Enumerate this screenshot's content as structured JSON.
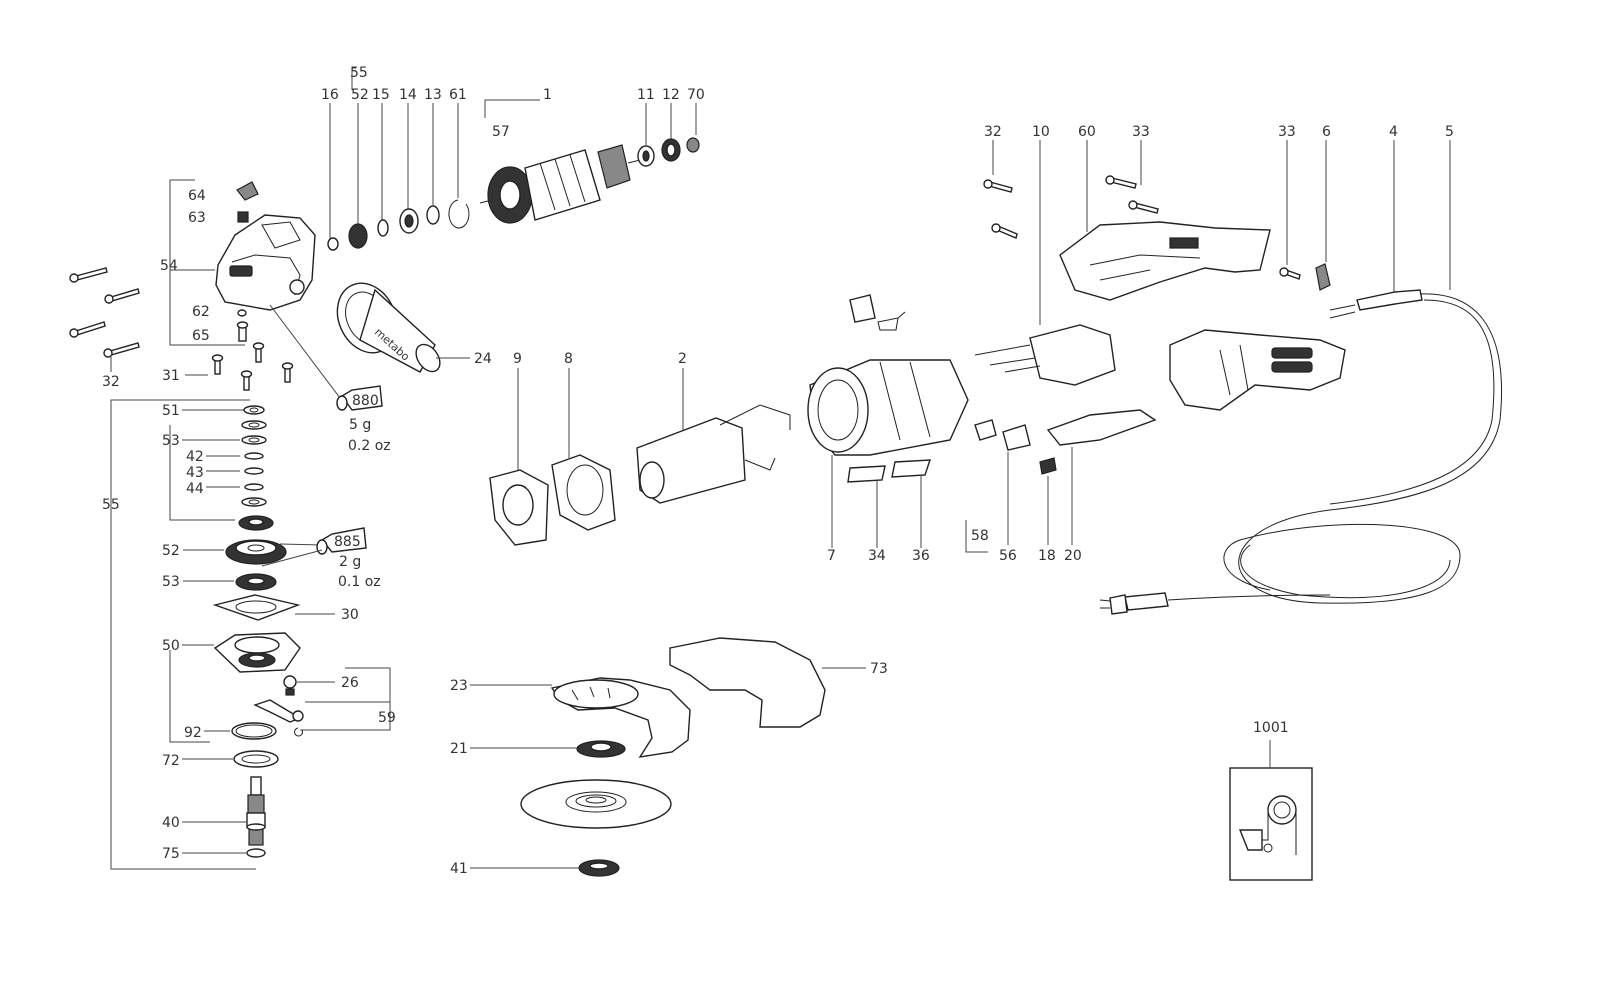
{
  "labels": {
    "p1": "1",
    "p2": "2",
    "p4": "4",
    "p5": "5",
    "p6": "6",
    "p7": "7",
    "p8": "8",
    "p9": "9",
    "p10": "10",
    "p11": "11",
    "p12": "12",
    "p13": "13",
    "p14": "14",
    "p15": "15",
    "p16": "16",
    "p18": "18",
    "p20": "20",
    "p21": "21",
    "p23": "23",
    "p24": "24",
    "p26": "26",
    "p30": "30",
    "p31": "31",
    "p32a": "32",
    "p32b": "32",
    "p33a": "33",
    "p33b": "33",
    "p34": "34",
    "p36": "36",
    "p40": "40",
    "p41": "41",
    "p42": "42",
    "p43": "43",
    "p44": "44",
    "p50": "50",
    "p51": "51",
    "p52a": "52",
    "p52b": "52",
    "p53a": "53",
    "p53b": "53",
    "p54": "54",
    "p55a": "55",
    "p55b": "55",
    "p56": "56",
    "p57": "57",
    "p58": "58",
    "p59": "59",
    "p60": "60",
    "p61": "61",
    "p62": "62",
    "p63": "63",
    "p64": "64",
    "p65": "65",
    "p70": "70",
    "p72": "72",
    "p73": "73",
    "p75": "75",
    "p92": "92",
    "p1001": "1001"
  },
  "grease": {
    "g880": {
      "code": "880",
      "amount": "5 g",
      "weight": "0.2 oz"
    },
    "g885": {
      "code": "885",
      "amount": "2 g",
      "weight": "0.1 oz"
    }
  },
  "handle_brand": "metabo"
}
